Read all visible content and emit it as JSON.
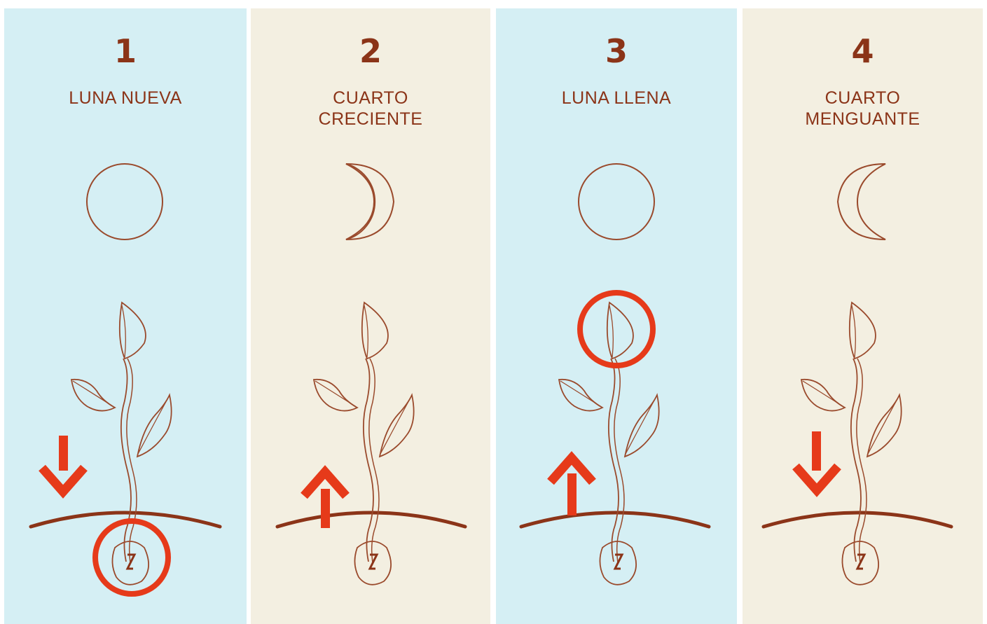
{
  "colors": {
    "blue_panel": "#d5eff4",
    "cream_panel": "#f3efe1",
    "text": "#8b3418",
    "line": "#9a4a2c",
    "ground": "#8b3418",
    "accent": "#e63a1a"
  },
  "panels": [
    {
      "number": "1",
      "label": "LUNA NUEVA",
      "moon": "new-moon-icon",
      "arrow": "down-arrow-icon",
      "highlight": "seed"
    },
    {
      "number": "2",
      "label": "CUARTO\nCRECIENTE",
      "moon": "waxing-crescent-icon",
      "arrow": "up-arrow-icon",
      "highlight": "none"
    },
    {
      "number": "3",
      "label": "LUNA LLENA",
      "moon": "full-moon-icon",
      "arrow": "up-arrow-icon",
      "highlight": "top-leaf"
    },
    {
      "number": "4",
      "label": "CUARTO\nMENGUANTE",
      "moon": "waning-crescent-icon",
      "arrow": "down-arrow-icon",
      "highlight": "none"
    }
  ]
}
